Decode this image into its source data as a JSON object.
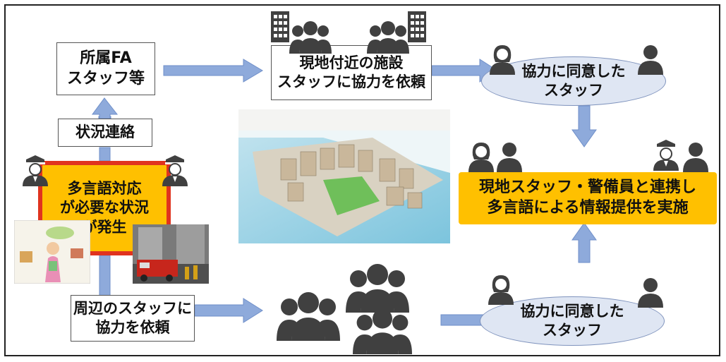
{
  "boxes": {
    "fa_staff": "所属FA\nスタッフ等",
    "status_report": "状況連絡",
    "incident": "多言語対応\nが必要な状況\nが発生",
    "nearby_facility": "現地付近の施設\nスタッフに協力を依頼",
    "request_surrounding": "周辺のスタッフに\n協力を依頼",
    "result": "現地スタッフ・警備員と連携し\n多言語による情報提供を実施"
  },
  "ellipses": {
    "agreed_top": "協力に同意した\nスタッフ",
    "agreed_bottom": "協力に同意した\nスタッフ"
  },
  "colors": {
    "arrow": "#8eaadb",
    "result_fill": "#ffc000",
    "incident_border": "#e0331f",
    "incident_fill": "#ffc000",
    "ellipse_fill": "#dfe6f3",
    "icon": "#404040"
  },
  "icons": [
    "person-icon",
    "officer-icon",
    "group-icon",
    "building-icon",
    "woman-icon",
    "confused-person-image",
    "fire-truck-image",
    "city-aerial-image"
  ]
}
